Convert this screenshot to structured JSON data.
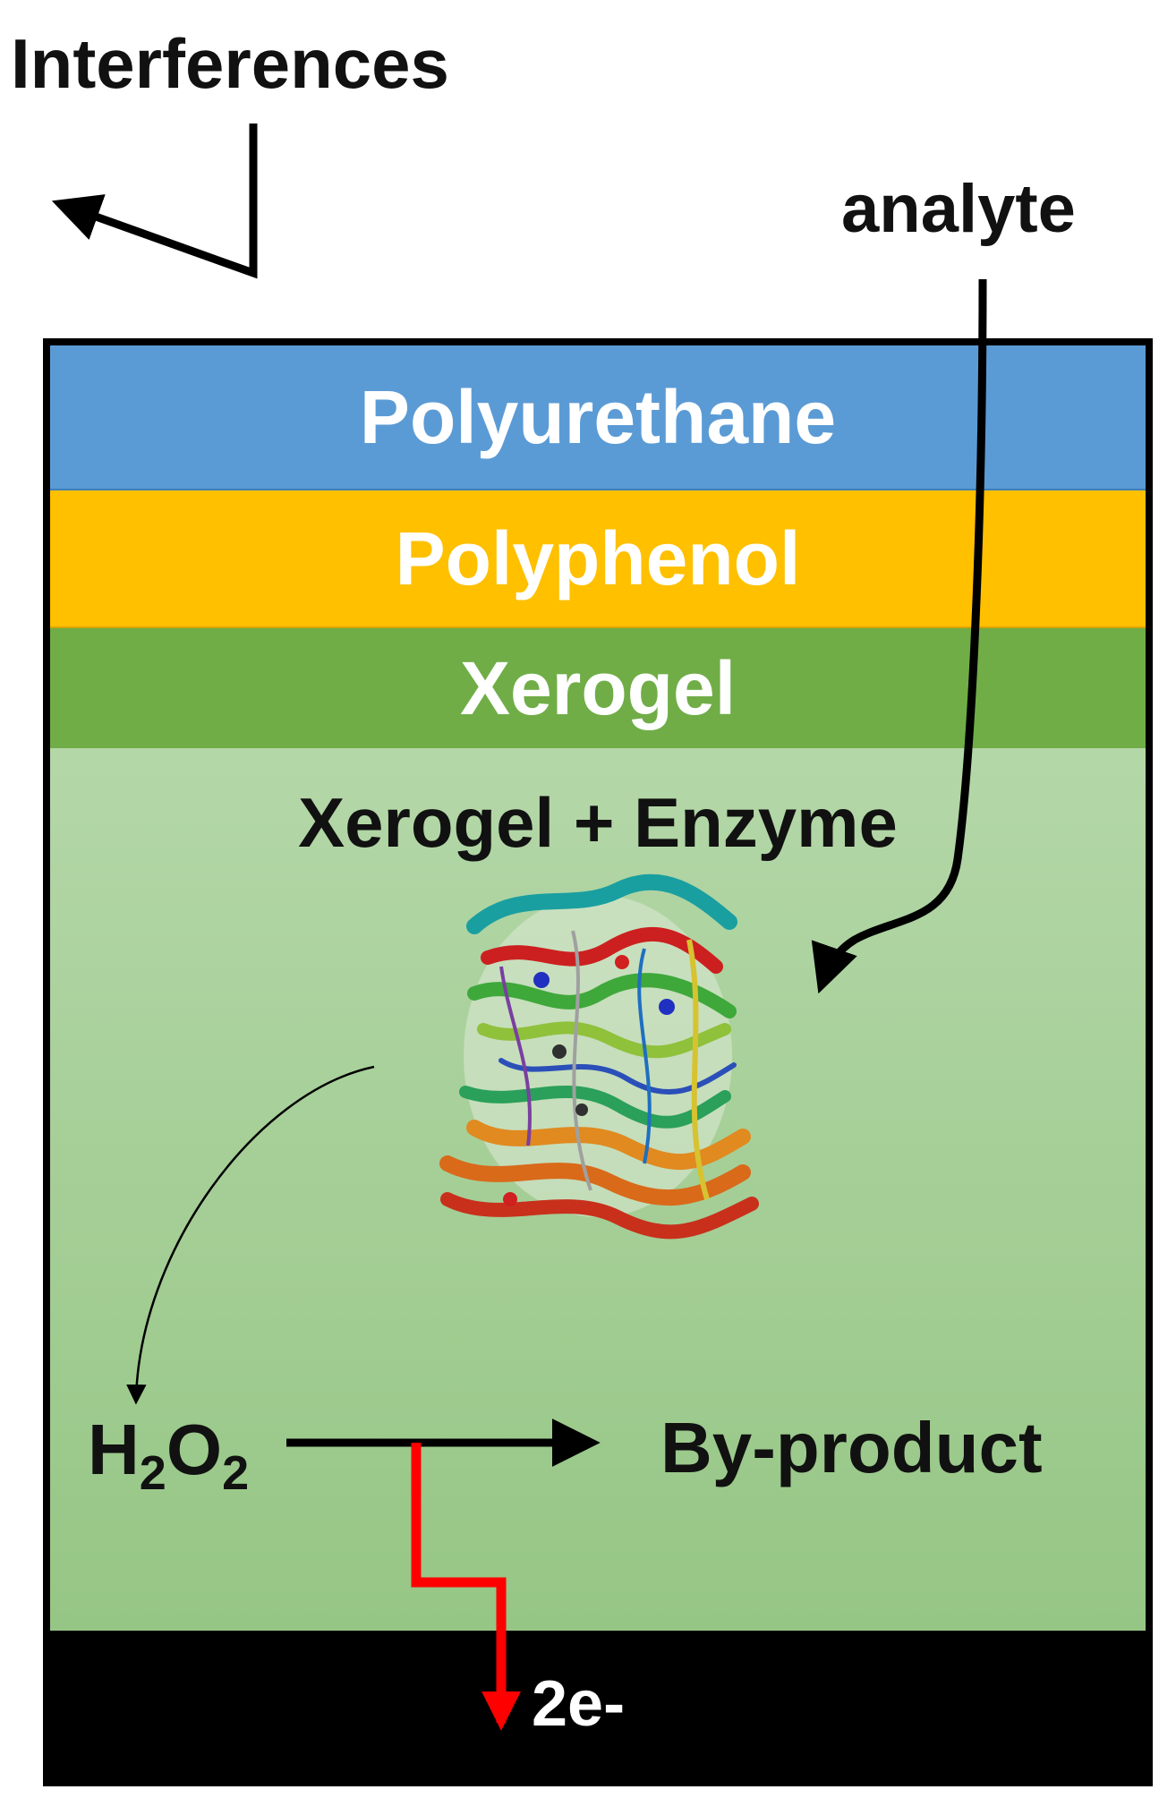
{
  "labels": {
    "interferences": "Interferences",
    "analyte": "analyte",
    "enzyme_layer": "Xerogel + Enzyme",
    "h2o2_h": "H",
    "h2o2_sub1": "2",
    "h2o2_o": "O",
    "h2o2_sub2": "2",
    "byproduct": "By-product",
    "electrons": "2e-"
  },
  "layers": {
    "polyurethane": "Polyurethane",
    "polyphenol": "Polyphenol",
    "xerogel": "Xerogel"
  },
  "colors": {
    "polyurethane": "#5b9bd5",
    "polyphenol": "#ffc000",
    "xerogel": "#70ad47",
    "xerogel_enzyme": "#a8d095",
    "electrode": "#000000",
    "electron_arrow": "#ff0000"
  },
  "icons": {
    "enzyme": "protein-ribbon-structure"
  }
}
